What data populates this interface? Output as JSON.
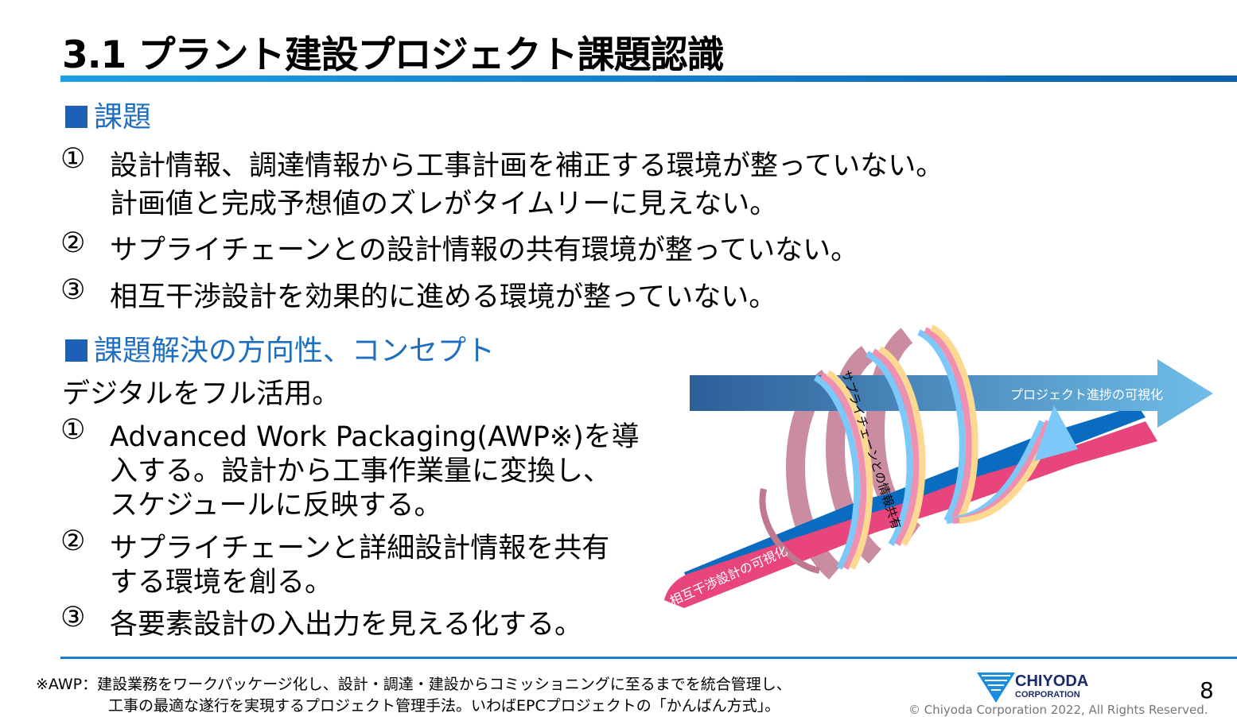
{
  "title": "3.1 プラント建設プロジェクト課題認識",
  "section1": {
    "heading": "課題",
    "items": [
      {
        "num": "①",
        "lines": [
          "設計情報、調達情報から工事計画を補正する環境が整っていない。",
          "計画値と完成予想値のズレがタイムリーに見えない。"
        ]
      },
      {
        "num": "②",
        "lines": [
          "サプライチェーンとの設計情報の共有環境が整っていない。"
        ]
      },
      {
        "num": "③",
        "lines": [
          "相互干渉設計を効果的に進める環境が整っていない。"
        ]
      }
    ]
  },
  "section2": {
    "heading": "課題解決の方向性、コンセプト",
    "intro": "デジタルをフル活用。",
    "items": [
      {
        "num": "①",
        "lines": [
          "Advanced Work Packaging(AWP※)を導",
          "入する。設計から工事作業量に変換し、",
          "スケジュールに反映する。"
        ]
      },
      {
        "num": "②",
        "lines": [
          "サプライチェーンと詳細設計情報を共有",
          "する環境を創る。"
        ]
      },
      {
        "num": "③",
        "lines": [
          "各要素設計の入出力を見える化する。"
        ]
      }
    ]
  },
  "diagram": {
    "arrow_progress_label": "プロジェクト進捗の可視化",
    "spiral_label": "サプライチェーンとの情報共有",
    "interference_label": "相互干渉設計の可視化",
    "colors": {
      "blue_arrow": "#3a78b0",
      "pink": "#e8457c",
      "navy": "#0a6cc0",
      "ribbon_blue": "#7cc8f8",
      "ribbon_pink": "#f090b0",
      "ribbon_yellow": "#fdd890"
    }
  },
  "footer": {
    "note_line1": "※AWP：建設業務をワークパッケージ化し、設計・調達・建設からコミッショニングに至るまでを統合管理し、",
    "note_line2": "工事の最適な遂行を実現するプロジェクト管理手法。いわばEPCプロジェクトの「かんばん方式」。",
    "logo_name": "CHIYODA",
    "logo_sub": "CORPORATION",
    "copyright": "© Chiyoda Corporation 2022, All Rights Reserved.",
    "page_number": "8"
  }
}
